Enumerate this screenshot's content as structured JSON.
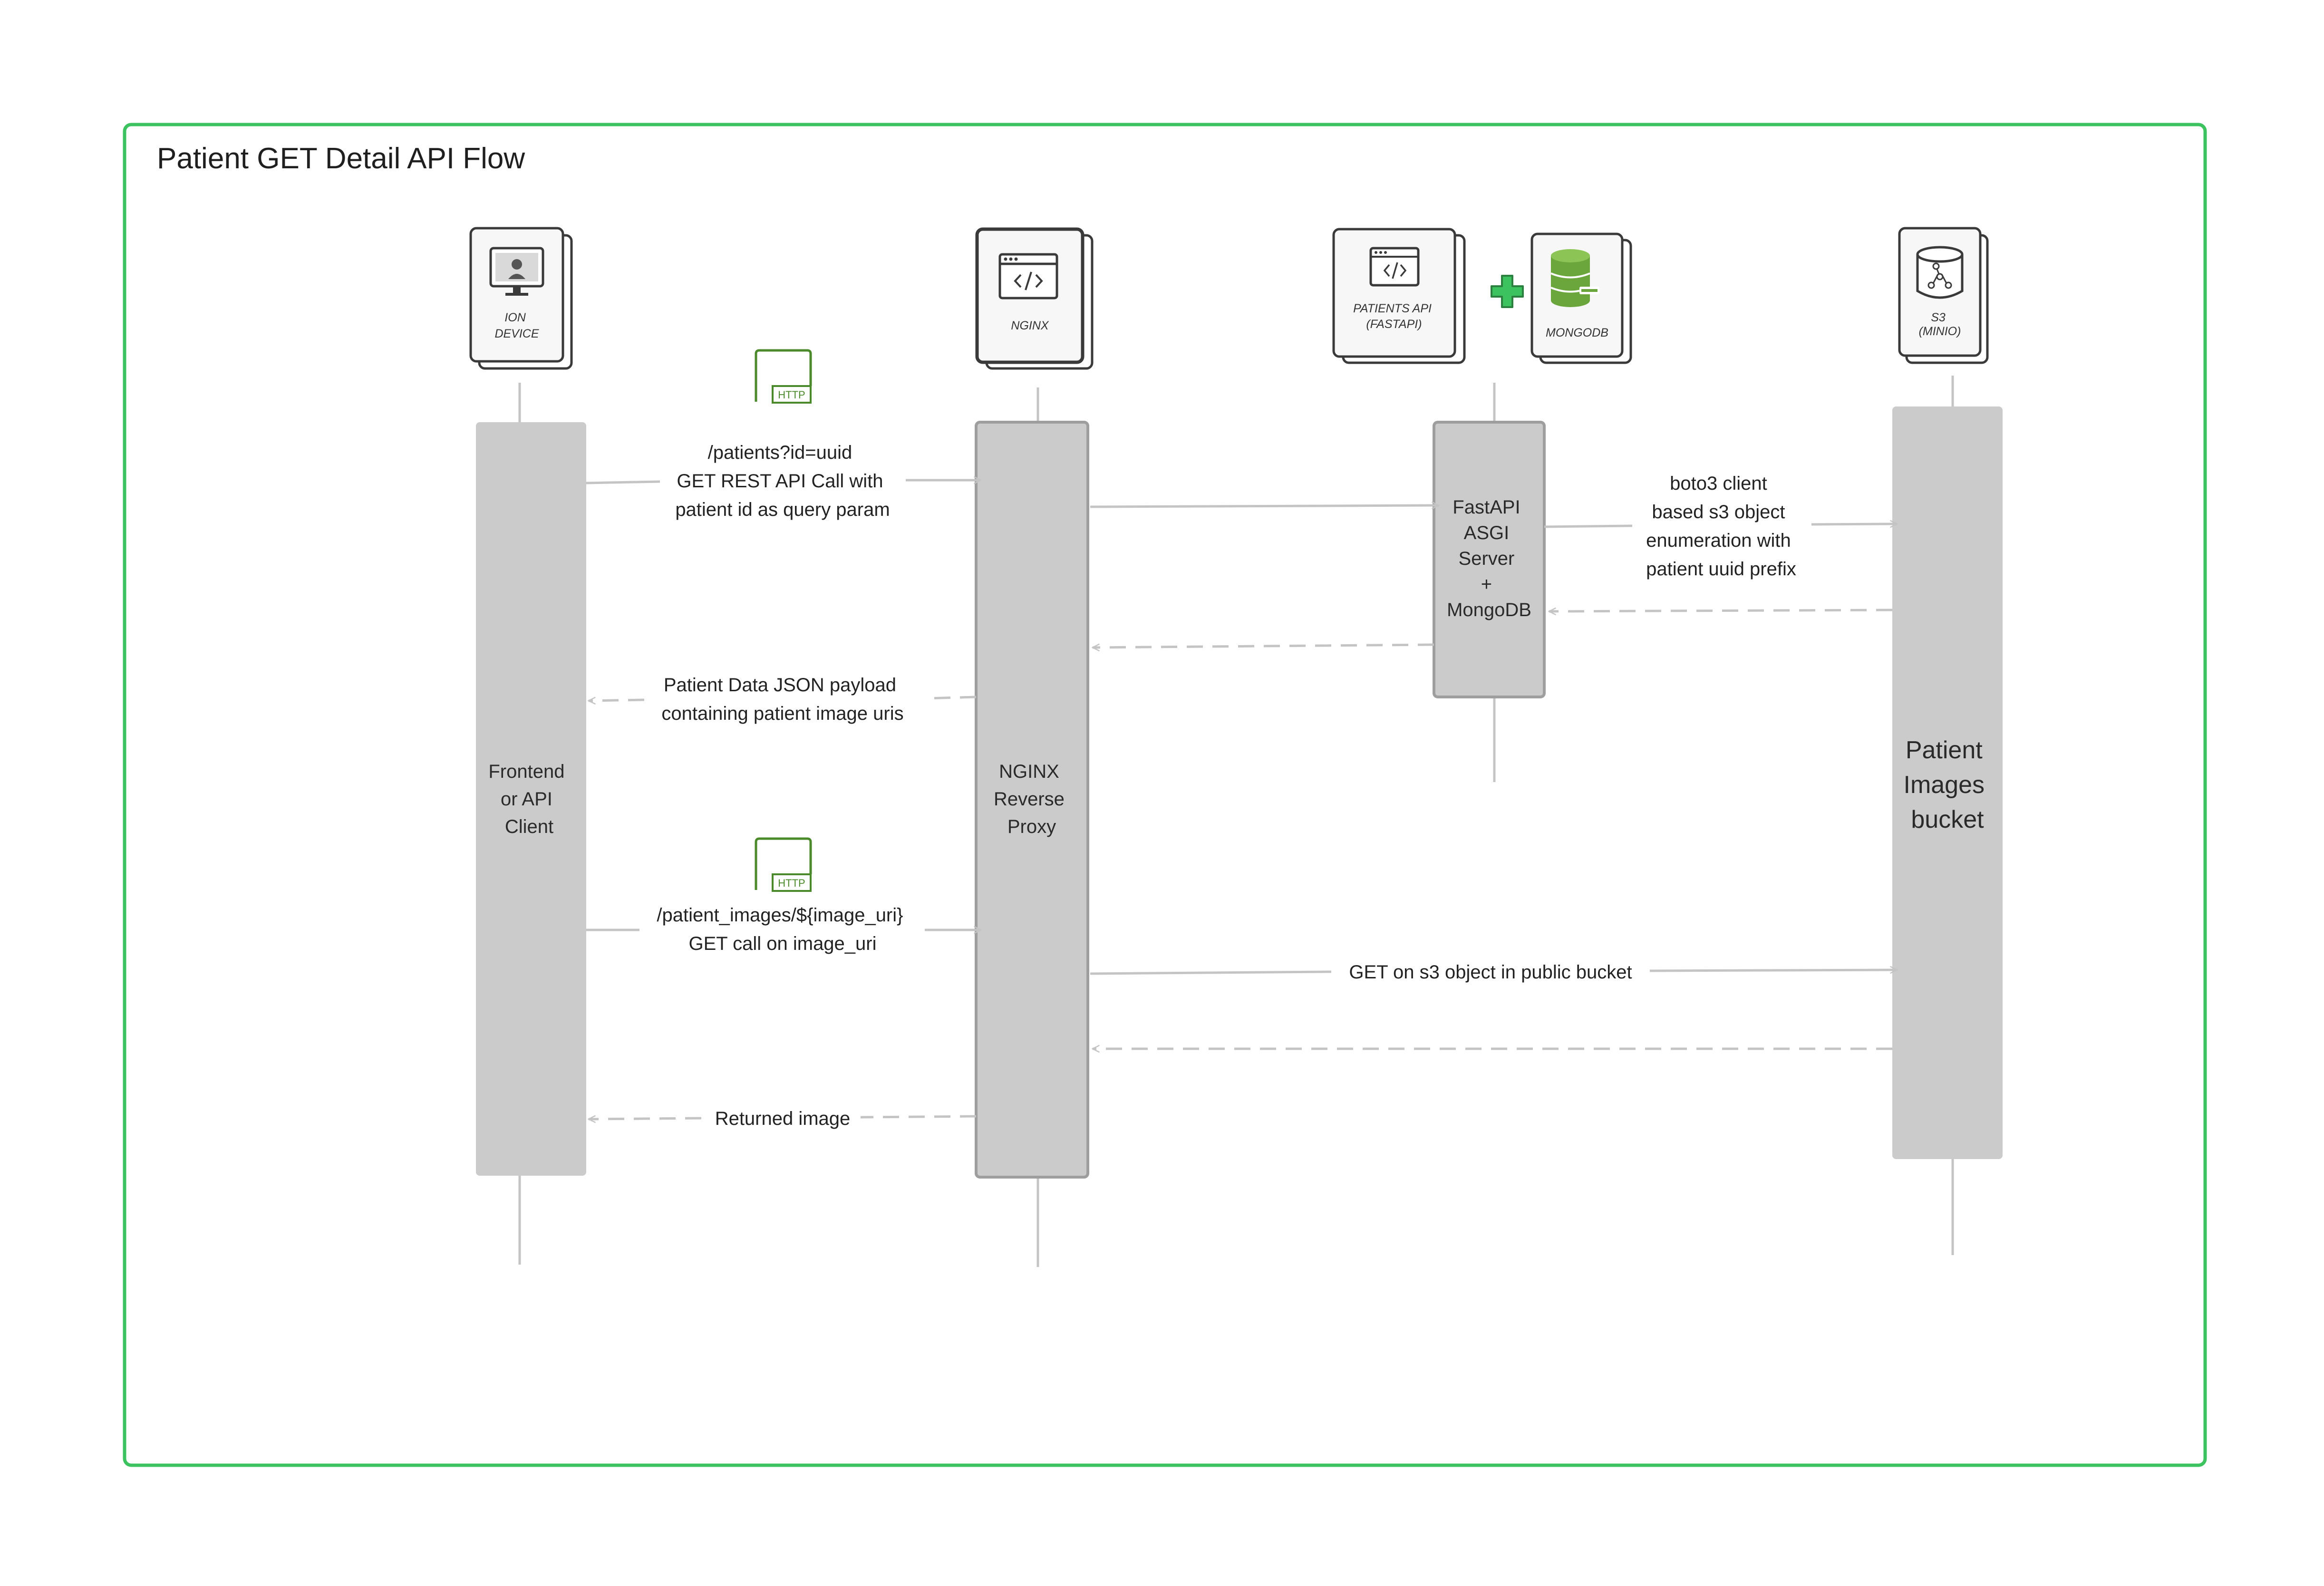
{
  "title": "Patient GET Detail API Flow",
  "colors": {
    "frame": "#3cc35f",
    "bar_fill": "#cccbcc",
    "bar_stroke": "#9e9e9e",
    "line": "#c4c4c4",
    "http_green": "#4a8a2a",
    "plus_green": "#3cc35f",
    "mongo_green": "#6aa63c"
  },
  "participants": [
    {
      "card_lines": [
        "ION",
        "DEVICE"
      ],
      "icon": "monitor-icon",
      "bar_lines": [
        "Frontend",
        "or API",
        "Client"
      ]
    },
    {
      "card_lines": [
        "NGINX"
      ],
      "icon": "code-window-icon",
      "bar_lines": [
        "NGINX",
        "Reverse",
        "Proxy"
      ]
    },
    {
      "card_lines": [
        "PATIENTS API",
        "(FASTAPI)"
      ],
      "icon": "code-window-icon",
      "bar_lines": [
        "FastAPI",
        "ASGI",
        "Server",
        "+",
        "MongoDB"
      ]
    },
    {
      "card_lines": [
        "MONGODB"
      ],
      "icon": "mongodb-icon"
    },
    {
      "card_lines": [
        "S3",
        "(MINIO)"
      ],
      "icon": "bucket-icon",
      "bar_lines": [
        "Patient",
        "Images",
        "bucket"
      ]
    }
  ],
  "messages": [
    {
      "lines": [
        "/patients?id=uuid",
        "GET REST API Call with",
        "patient id as query param"
      ]
    },
    {
      "lines": []
    },
    {
      "lines": [
        "boto3 client",
        "based s3 object",
        "enumeration with",
        "patient uuid prefix"
      ]
    },
    {
      "lines": []
    },
    {
      "lines": []
    },
    {
      "lines": [
        "Patient Data JSON payload",
        "containing patient image uris"
      ]
    },
    {
      "lines": [
        "/patient_images/${image_uri}",
        "GET call on image_uri"
      ]
    },
    {
      "lines": [
        "GET on s3 object in public bucket"
      ]
    },
    {
      "lines": []
    },
    {
      "lines": [
        "Returned image"
      ]
    }
  ],
  "badges": {
    "http": "HTTP"
  }
}
